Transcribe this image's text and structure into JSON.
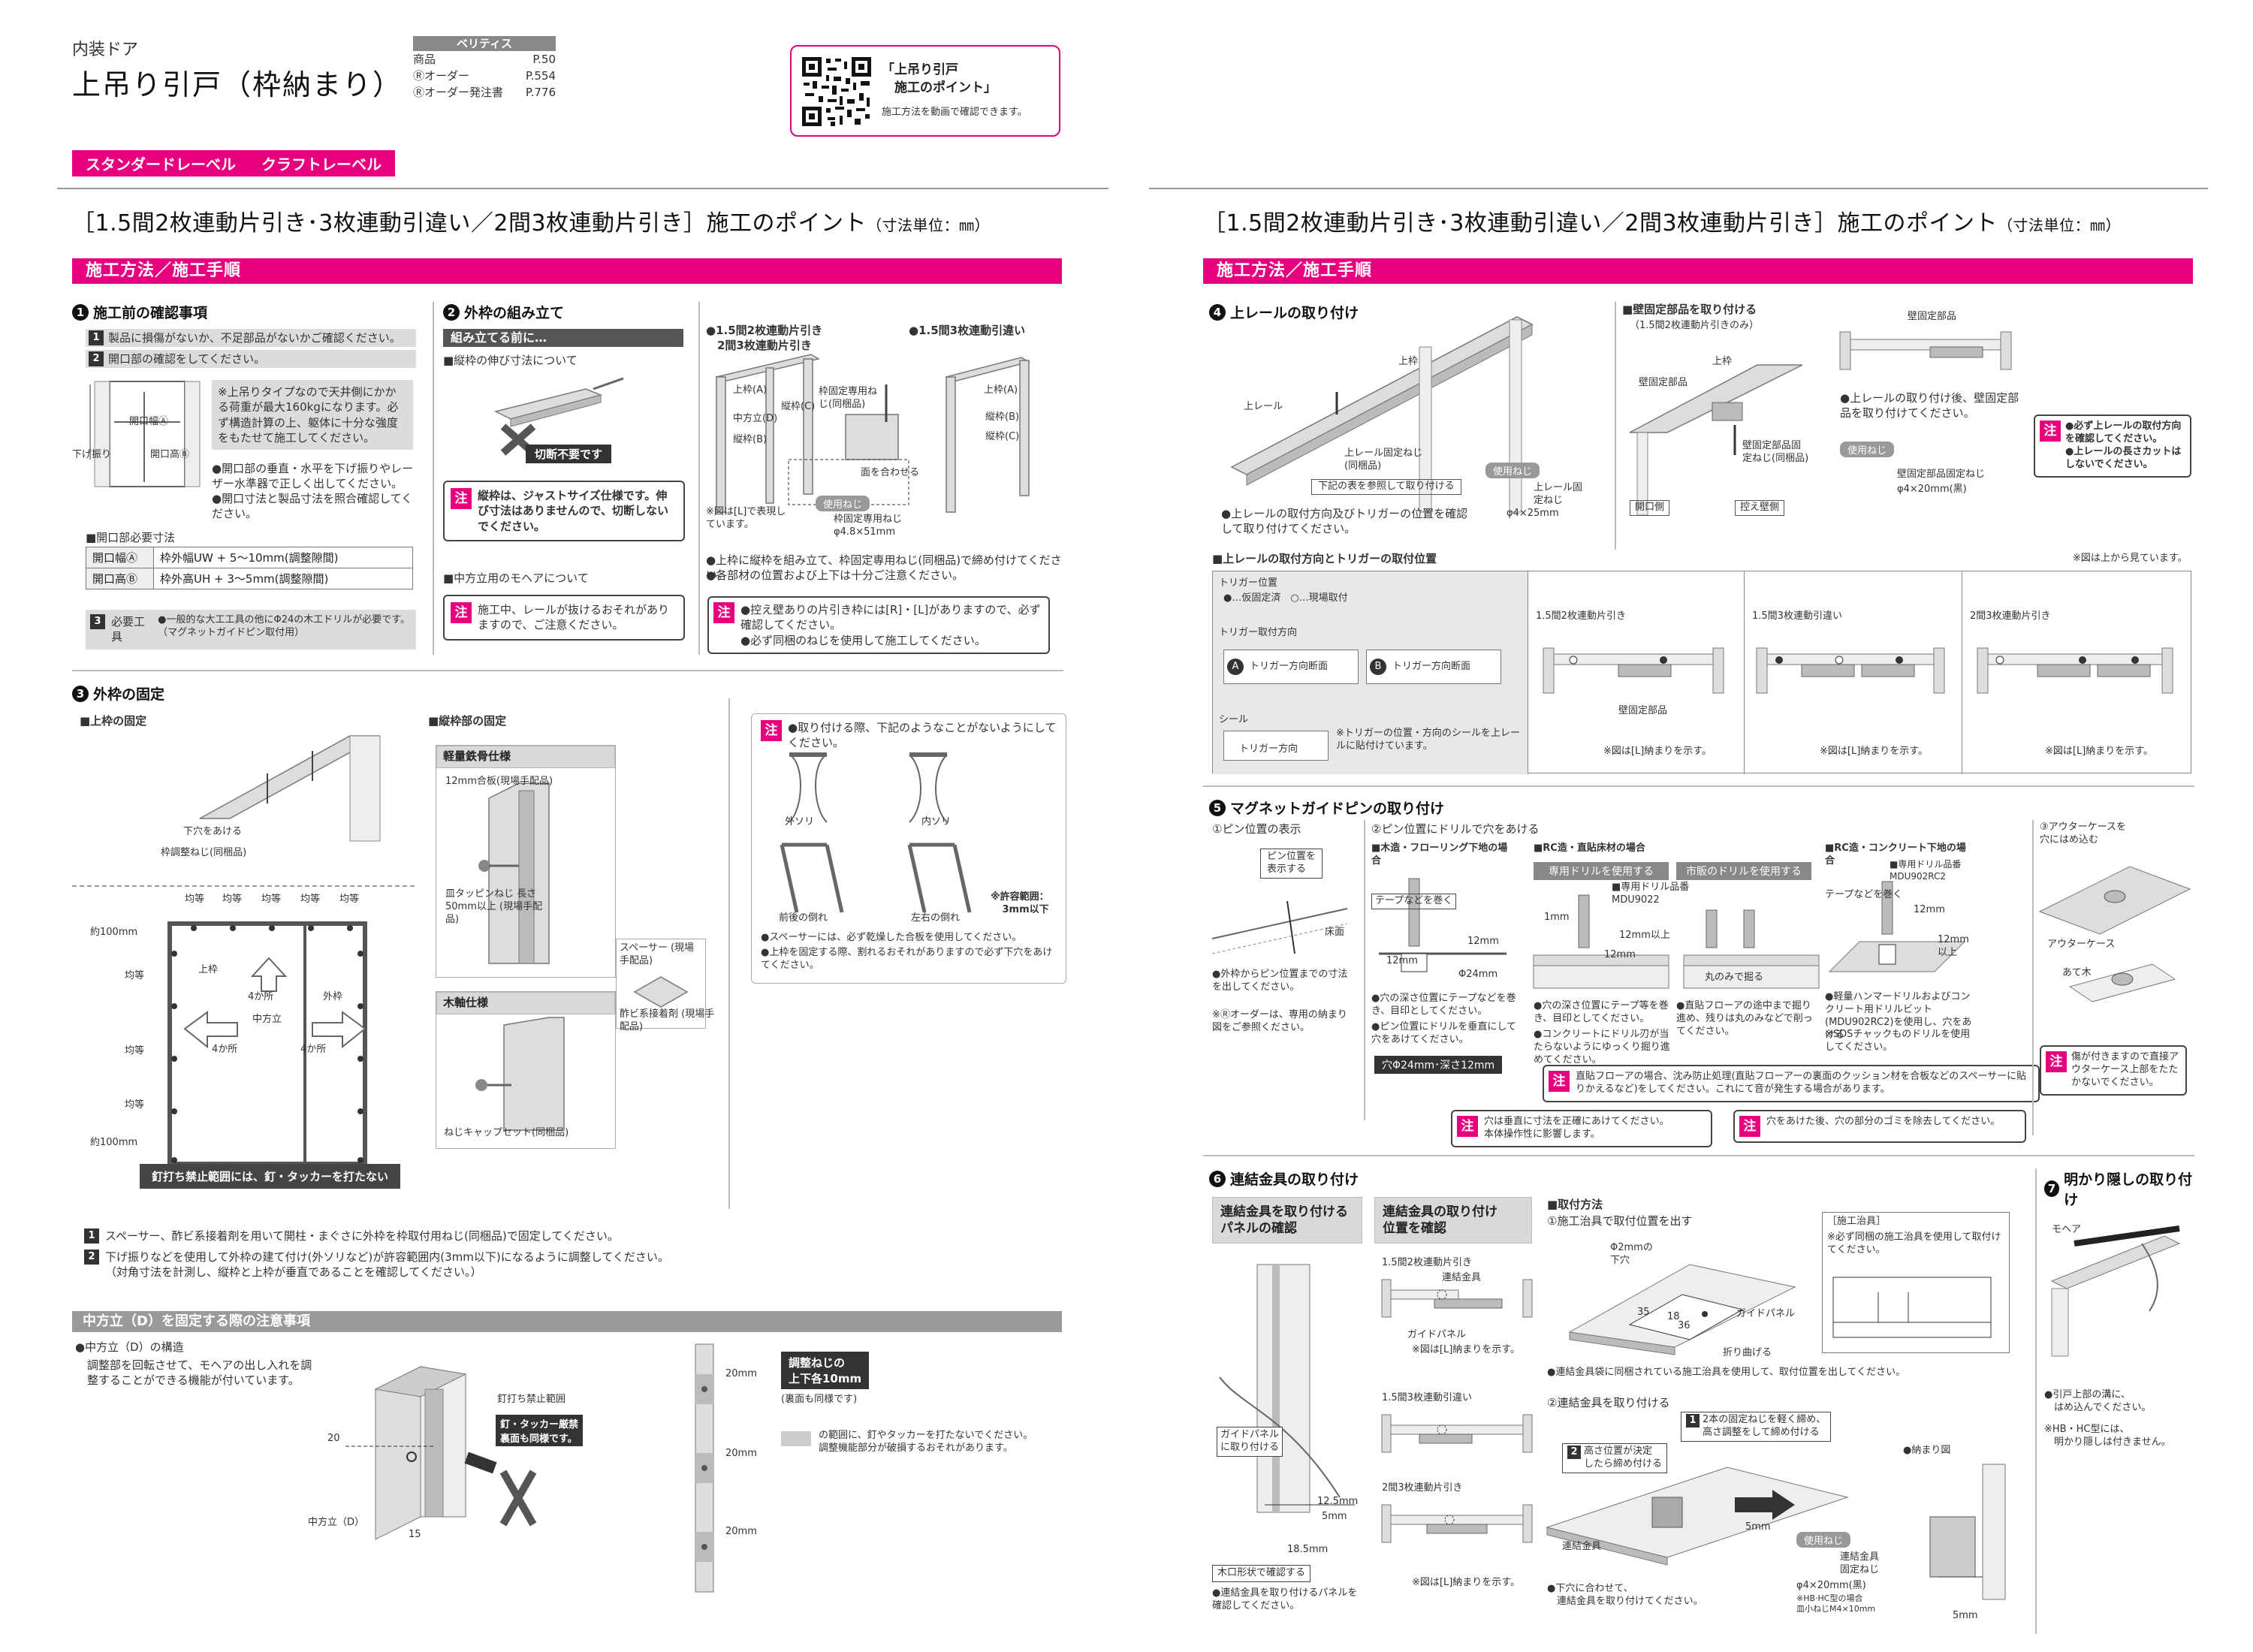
{
  "header": {
    "category": "内装ドア",
    "title": "上吊り引戸（枠納まり）",
    "ref_head": "ベリティス",
    "refs": [
      {
        "label": "商品",
        "page": "P.50"
      },
      {
        "label": "Ⓡオーダー",
        "page": "P.554"
      },
      {
        "label": "Ⓡオーダー発注書",
        "page": "P.776"
      }
    ],
    "qr_title": "「上吊り引戸\n　施工のポイント」",
    "qr_sub": "施工方法を動画で確認できます。",
    "levels": [
      "スタンダードレーベル",
      "クラフトレーベル"
    ]
  },
  "section_title": "［1.5間2枚連動片引き･3枚連動引違い／2間3枚連動片引き］施工のポイント",
  "unit": "（寸法単位：㎜）",
  "method_bar": "施工方法／施工手順",
  "step1": {
    "title": "施工前の確認事項",
    "item1": "製品に損傷がないか、不足部品がないかご確認ください。",
    "item2": "開口部の確認をしてください。",
    "note_box": "※上吊りタイプなので天井側にかかる荷重が最大160kgになります。必ず構造計算の上、躯体に十分な強度をもたせて施工してください。",
    "b1": "●開口部の垂直・水平を下げ振りやレーザー水準器で正しく出してください。",
    "b2": "●開口寸法と製品寸法を照合確認してください。",
    "fig_labels": [
      "開口幅Ⓐ",
      "開口高Ⓑ",
      "下げ振り"
    ],
    "dims_head": "■開口部必要寸法",
    "dims": [
      {
        "k": "開口幅Ⓐ",
        "v": "枠外幅UW + 5〜10mm(調整隙間)"
      },
      {
        "k": "開口高Ⓑ",
        "v": "枠外高UH + 3〜5mm(調整隙間)"
      }
    ],
    "item3": "必要工具",
    "item3_text": "●一般的な大工工具の他にΦ24の木工ドリルが必要です。（マグネットガイドピン取付用）"
  },
  "step2": {
    "title": "外枠の組み立て",
    "sub": "組み立てる前に…",
    "h1": "■縦枠の伸び寸法について",
    "cut": "切断不要です",
    "note1": "縦枠は、ジャストサイズ仕様です。伸び寸法はありませんので、切断しないでください。",
    "h2": "■中方立用のモヘアについて",
    "note2": "施工中、レールが抜けるおそれがありますので、ご注意ください。",
    "figA_title": "●1.5間2枚連動片引き\n　2間3枚連動片引き",
    "figB_title": "●1.5間3枚連動引違い",
    "labels": [
      "上枠(A)",
      "中方立(D)",
      "縦枠(B)",
      "縦枠(C)",
      "上枠(A)",
      "縦枠(B)",
      "縦枠(C)",
      "枠固定専用ねじ(同梱品)",
      "面を合わせる",
      "使用ねじ",
      "枠固定専用ねじ φ4.8×51mm",
      "※図は[L]で表現しています。"
    ],
    "b1": "●上枠に縦枠を組み立て、枠固定専用ねじ(同梱品)で締め付けてください。",
    "b2": "●各部材の位置および上下は十分ご注意ください。",
    "note3": "●控え壁ありの片引き枠には[R]・[L]がありますので、必ず確認してください。\n●必ず同梱のねじを使用して施工してください。"
  },
  "step3": {
    "title": "外枠の固定",
    "h1": "■上枠の固定",
    "labels1": [
      "下穴をあける",
      "枠調整ねじ(同梱品)"
    ],
    "frame_labels": [
      "均等",
      "均等",
      "均等",
      "均等",
      "均等",
      "約100mm",
      "均等",
      "均等",
      "均等",
      "約100mm",
      "上枠",
      "4か所",
      "外枠",
      "中方立",
      "4か所",
      "4か所"
    ],
    "banner": "釘打ち禁止範囲には、釘・タッカーを打たない",
    "h2": "■縦枠部の固定",
    "light": "軽量鉄骨仕様",
    "light_labels": [
      "12mm合板(現場手配品)",
      "皿タッピンねじ 長さ50mm以上 (現場手配品)",
      "スペーサー (現場手配品)",
      "酢ビ系接着剤 (現場手配品)"
    ],
    "wood": "木軸仕様",
    "wood_labels": [
      "ねじキャップセット(同梱品)"
    ],
    "note": "●取り付ける際、下記のようなことがないようにしてください。",
    "warp_labels": [
      "外ソリ",
      "内ソリ",
      "前後の倒れ",
      "左右の倒れ",
      "※許容範囲：\n3mm以下"
    ],
    "note_b1": "●スペーサーには、必ず乾燥した合板を使用してください。",
    "note_b2": "●上枠を固定する際、割れるおそれがありますので必ず下穴をあけてください。",
    "step_a": "スペーサー、酢ビ系接着剤を用いて開柱・まぐさに外枠を枠取付用ねじ(同梱品)で固定してください。",
    "step_b": "下げ振りなどを使用して外枠の建て付け(外ソリなど)が許容範囲内(3mm以下)になるように調整してください。\n（対角寸法を計測し、縦枠と上枠が垂直であることを確認してください。）"
  },
  "midpost": {
    "bar": "中方立（D）を固定する際の注意事項",
    "b1": "●中方立（D）の構造",
    "b2": "調整部を回転させて、モヘアの出し入れを調整することができる機能が付いています。",
    "labels": [
      "20",
      "15",
      "中方立（D）",
      "釘打ち禁止範囲",
      "釘・タッカー厳禁\n裏面も同様です。"
    ],
    "dims": [
      "20mm",
      "20mm",
      "20mm"
    ],
    "adj_box": "調整ねじの\n上下各10mm",
    "adj_sub": "(裏面も同様です)",
    "legend": "の範囲に、釘やタッカーを打たないでください。\n調整機能部分が破損するおそれがあります。"
  },
  "step4": {
    "title": "上レールの取り付け",
    "labels": [
      "上枠",
      "上レール",
      "上レール固定ねじ(同梱品)",
      "下記の表を参照して取り付ける",
      "使用ねじ",
      "上レール固定ねじ",
      "φ4×25mm"
    ],
    "b1": "●上レールの取付方向及びトリガーの位置を確認して取り付けてください。",
    "wall_head": "■壁固定部品を取り付ける",
    "wall_sub": "（1.5間2枚連動片引きのみ）",
    "wall_labels": [
      "上枠",
      "壁固定部品",
      "壁固定部品固定ねじ(同梱品)",
      "開口側",
      "控え壁側",
      "壁固定部品"
    ],
    "wall_b": "●上レールの取り付け後、壁固定部品を取り付けてください。",
    "wall_screw": "壁固定部品固定ねじ",
    "wall_screw_size": "φ4×20mm(黒)",
    "wall_note": "●必ず上レールの取付方向を確認してください。\n●上レールの長さカットはしないでください。",
    "table_head": "■上レールの取付方向とトリガーの取付位置",
    "table_note": "※図は上から見ています。",
    "trig_pos": "トリガー位置",
    "trig_pos_legend": "●…仮固定済　○…現場取付",
    "trig_dir": "トリガー取付方向",
    "trig_a": "トリガー方向断面",
    "trig_b": "トリガー方向断面",
    "seal": "シール",
    "seal_label": "トリガー方向",
    "seal_note": "※トリガーの位置・方向のシールを上レールに貼付けています。",
    "cols": [
      "1.5間2枚連動片引き",
      "1.5間3枚連動引違い",
      "2間3枚連動片引き"
    ],
    "col_note": "※図は[L]納まりを示す。",
    "col_sub": "壁固定部品"
  },
  "step5": {
    "title": "マグネットガイドピンの取り付け",
    "c1": "①ピン位置の表示",
    "c1_box": "ピン位置を\n表示する",
    "c1_floor": "床面",
    "c1_b1": "●外枠からピン位置までの寸法を出してください。",
    "c1_b2": "※Ⓡオーダーは、専用の納まり図をご参照ください。",
    "c2": "②ピン位置にドリルで穴をあける",
    "wood_head": "■木造・フローリング下地の場合",
    "wood_labels": [
      "テープなどを巻く",
      "12mm",
      "12mm",
      "Φ24mm"
    ],
    "wood_b1": "●穴の深さ位置にテープなどを巻き、目印としてください。",
    "wood_b2": "●ピン位置にドリルを垂直にして穴をあけてください。",
    "hole": "穴Φ24mm･深さ12mm",
    "rc_head": "■RC造・直貼床材の場合",
    "rc_a": "専用ドリルを使用する",
    "rc_a_part": "■専用ドリル品番\nMDU9022",
    "rc_b": "市販のドリルを使用する",
    "rc_labels": [
      "1mm",
      "12mm",
      "12mm以上",
      "丸のみで掘る"
    ],
    "rc_b1": "●穴の深さ位置にテープ等を巻き、目印としてください。",
    "rc_b2": "●コンクリートにドリル刃が当たらないようにゆっくり掘り進めてください。",
    "rc_b3": "●直貼フローアの途中まで掘り進め、残りは丸のみなどで削ってください。",
    "con_head": "■RC造・コンクリート下地の場合",
    "con_part": "■専用ドリル品番\nMDU902RC2",
    "con_labels": [
      "テープなどを巻く",
      "12mm",
      "12mm以上"
    ],
    "con_b1": "●軽量ハンマードリルおよびコンクリート用ドリルビット(MDU902RC2)を使用し、穴をあける",
    "con_b2": "※SDSチャックものドリルを使用してください。",
    "flooring_note": "直貼フローアの場合、沈み防止処理(直貼フローアーの裏面のクッション材を合板などのスペーサーに貼りかえるなど)をしてください。これにて音が発生する場合があります。",
    "note_a": "穴は垂直に寸法を正確にあけてください。\n本体操作性に影響します。",
    "note_b": "穴をあけた後、穴の部分のゴミを除去してください。",
    "c3": "③アウターケースを\n穴にはめ込む",
    "c3_labels": [
      "アウターケース",
      "あて木"
    ],
    "c3_note": "傷が付きますので直接アウターケース上部をたたかないでください。"
  },
  "step6": {
    "title": "連結金具の取り付け",
    "h1": "連結金具を取り付ける\nパネルの確認",
    "h1_labels": [
      "ガイドパネル\nに取り付ける",
      "12.5mm",
      "5mm",
      "18.5mm",
      "木口形状で確認する"
    ],
    "h1_b": "●連結金具を取り付けるパネルを確認してください。",
    "h2": "連結金具の取り付け\n位置を確認",
    "h2_labels": [
      "1.5間2枚連動片引き",
      "連結金具",
      "ガイドパネル",
      "※図は[L]納まりを示す。",
      "1.5間3枚連動引違い",
      "2間3枚連動片引き",
      "※図は[L]納まりを示す。"
    ],
    "h3": "■取付方法",
    "s1": "①施工治具で取付位置を出す",
    "s1_labels": [
      "Φ2mmの\n下穴",
      "35",
      "18",
      "36",
      "ガイドパネル",
      "折り曲げる"
    ],
    "jig_head": "［施工治具］",
    "jig_note": "※必ず同梱の施工治具を使用して取付けてください。",
    "s1_b": "●連結金具袋に同梱されている施工治具を使用して、取付位置を出してください。",
    "s2": "②連結金具を取り付ける",
    "s2_n1": "2本の固定ねじを軽く締め、\n高さ調整をして締め付ける",
    "s2_n2": "高さ位置が決定\nしたら締め付ける",
    "s2_labels": [
      "連結金具",
      "5mm",
      "5mm",
      "●納まり図"
    ],
    "s2_screw": "使用ねじ",
    "s2_screw_a": "連結金具\n固定ねじ",
    "s2_screw_b": "φ4×20mm(黒)",
    "s2_screw_c": "※HB·HC型の場合\n皿小ねじM4×10mm",
    "s2_b": "●下穴に合わせて、\n　連結金具を取り付けてください。"
  },
  "step7": {
    "title": "明かり隠しの取り付け",
    "label": "モヘア",
    "b1": "●引戸上部の溝に、\n　はめ込んでください。",
    "b2": "※HB・HC型には、\n　明かり隠しは付きません。"
  }
}
